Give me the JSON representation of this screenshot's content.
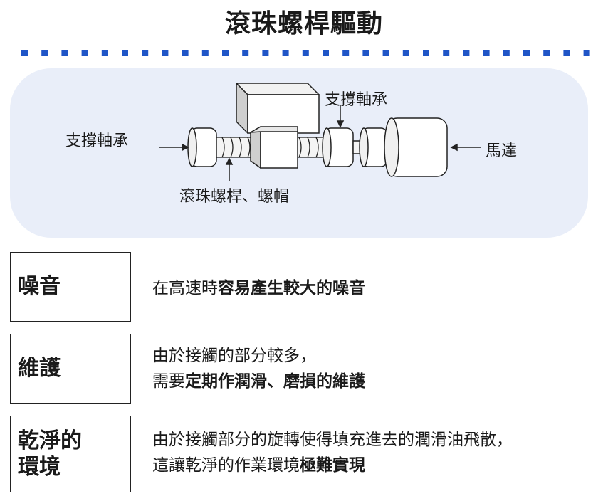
{
  "title": "滾珠螺桿驅動",
  "diagram": {
    "label_support_left": "支撐軸承",
    "label_support_right": "支撐軸承",
    "label_motor": "馬達",
    "label_screw_nut": "滾珠螺桿、螺帽"
  },
  "rows": [
    {
      "heading": "噪音",
      "line1_plain": "在高速時",
      "line1_bold": "容易產生較大的噪音"
    },
    {
      "heading": "維護",
      "line1_plain": "由於接觸的部分較多，",
      "line2_plain": "需要",
      "line2_bold": "定期作潤滑、磨損的維護"
    },
    {
      "heading_line1": "乾淨的",
      "heading_line2": "環境",
      "line1_plain": "由於接觸部分的旋轉使得填充進去的潤滑油飛散，",
      "line2_plain": "這讓乾淨的作業環境",
      "line2_bold": "極難實現"
    }
  ],
  "colors": {
    "accent_dots": "#1f55c7",
    "panel_bg": "#e9eef9"
  }
}
